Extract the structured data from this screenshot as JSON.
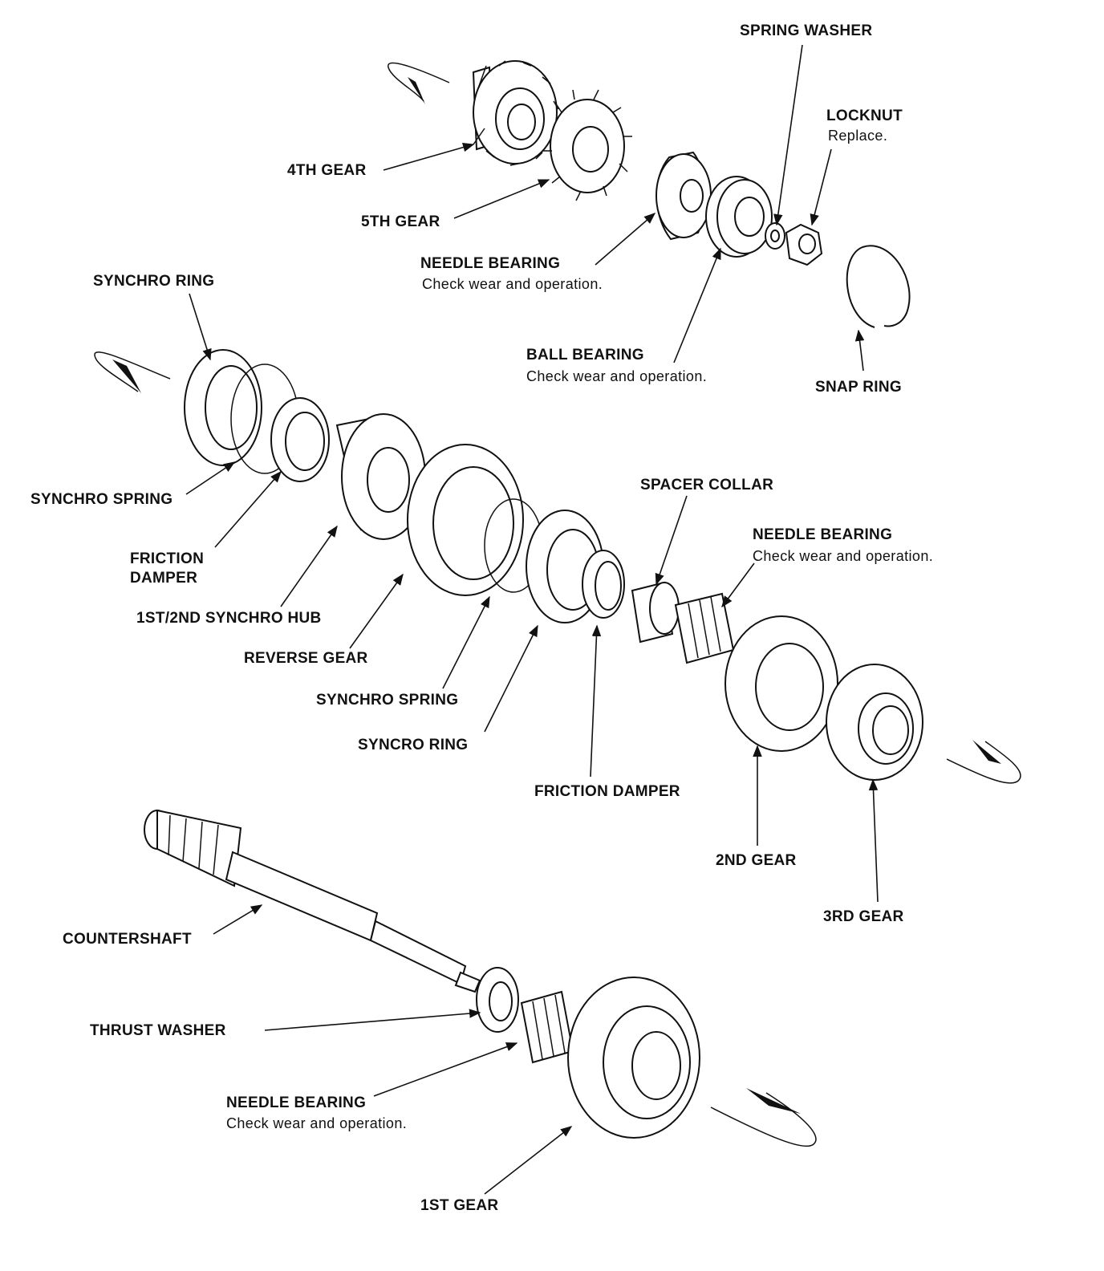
{
  "labels": {
    "spring_washer": "SPRING WASHER",
    "locknut": "LOCKNUT",
    "locknut_note": "Replace.",
    "fourth_gear": "4TH GEAR",
    "fifth_gear": "5TH GEAR",
    "needle_bearing_top": "NEEDLE BEARING",
    "needle_bearing_top_note": "Check wear and operation.",
    "synchro_ring_top": "SYNCHRO RING",
    "ball_bearing": "BALL BEARING",
    "ball_bearing_note": "Check wear and operation.",
    "snap_ring": "SNAP RING",
    "synchro_spring_left": "SYNCHRO SPRING",
    "friction_damper_left_1": "FRICTION",
    "friction_damper_left_2": "DAMPER",
    "synchro_hub": "1ST/2ND SYNCHRO HUB",
    "reverse_gear": "REVERSE GEAR",
    "spacer_collar": "SPACER COLLAR",
    "needle_bearing_mid": "NEEDLE BEARING",
    "needle_bearing_mid_note": "Check wear and operation.",
    "synchro_spring_mid": "SYNCHRO SPRING",
    "syncro_ring": "SYNCRO RING",
    "friction_damper_mid": "FRICTION DAMPER",
    "second_gear": "2ND GEAR",
    "third_gear": "3RD GEAR",
    "countershaft": "COUNTERSHAFT",
    "thrust_washer": "THRUST WASHER",
    "needle_bearing_low": "NEEDLE BEARING",
    "needle_bearing_low_note": "Check wear and operation.",
    "first_gear": "1ST GEAR"
  }
}
